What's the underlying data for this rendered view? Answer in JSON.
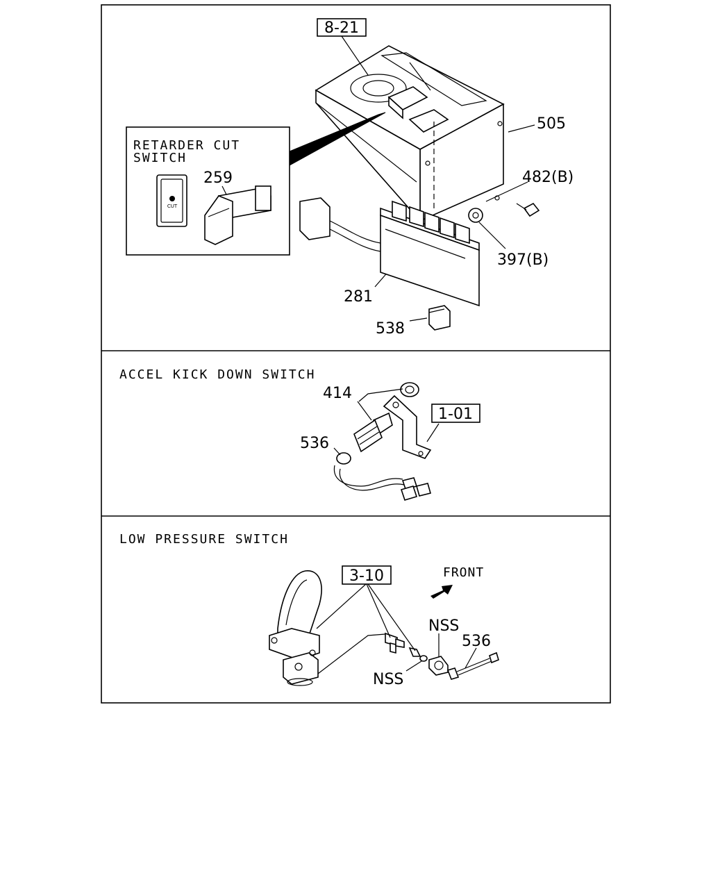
{
  "sections": {
    "top": {
      "inset_title_line1": "RETARDER CUT",
      "inset_title_line2": "SWITCH",
      "switch_face_text": "CUT",
      "labels": {
        "ref_8_21": "8-21",
        "p505": "505",
        "p259": "259",
        "p482b": "482(B)",
        "p397b": "397(B)",
        "p281": "281",
        "p538": "538"
      }
    },
    "middle": {
      "title": "ACCEL KICK DOWN SWITCH",
      "labels": {
        "p414": "414",
        "ref_1_01": "1-01",
        "p536": "536"
      }
    },
    "bottom": {
      "title": "LOW PRESSURE SWITCH",
      "labels": {
        "ref_3_10": "3-10",
        "front": "FRONT",
        "nss_top": "NSS",
        "p536": "536",
        "nss_bottom": "NSS"
      }
    }
  }
}
